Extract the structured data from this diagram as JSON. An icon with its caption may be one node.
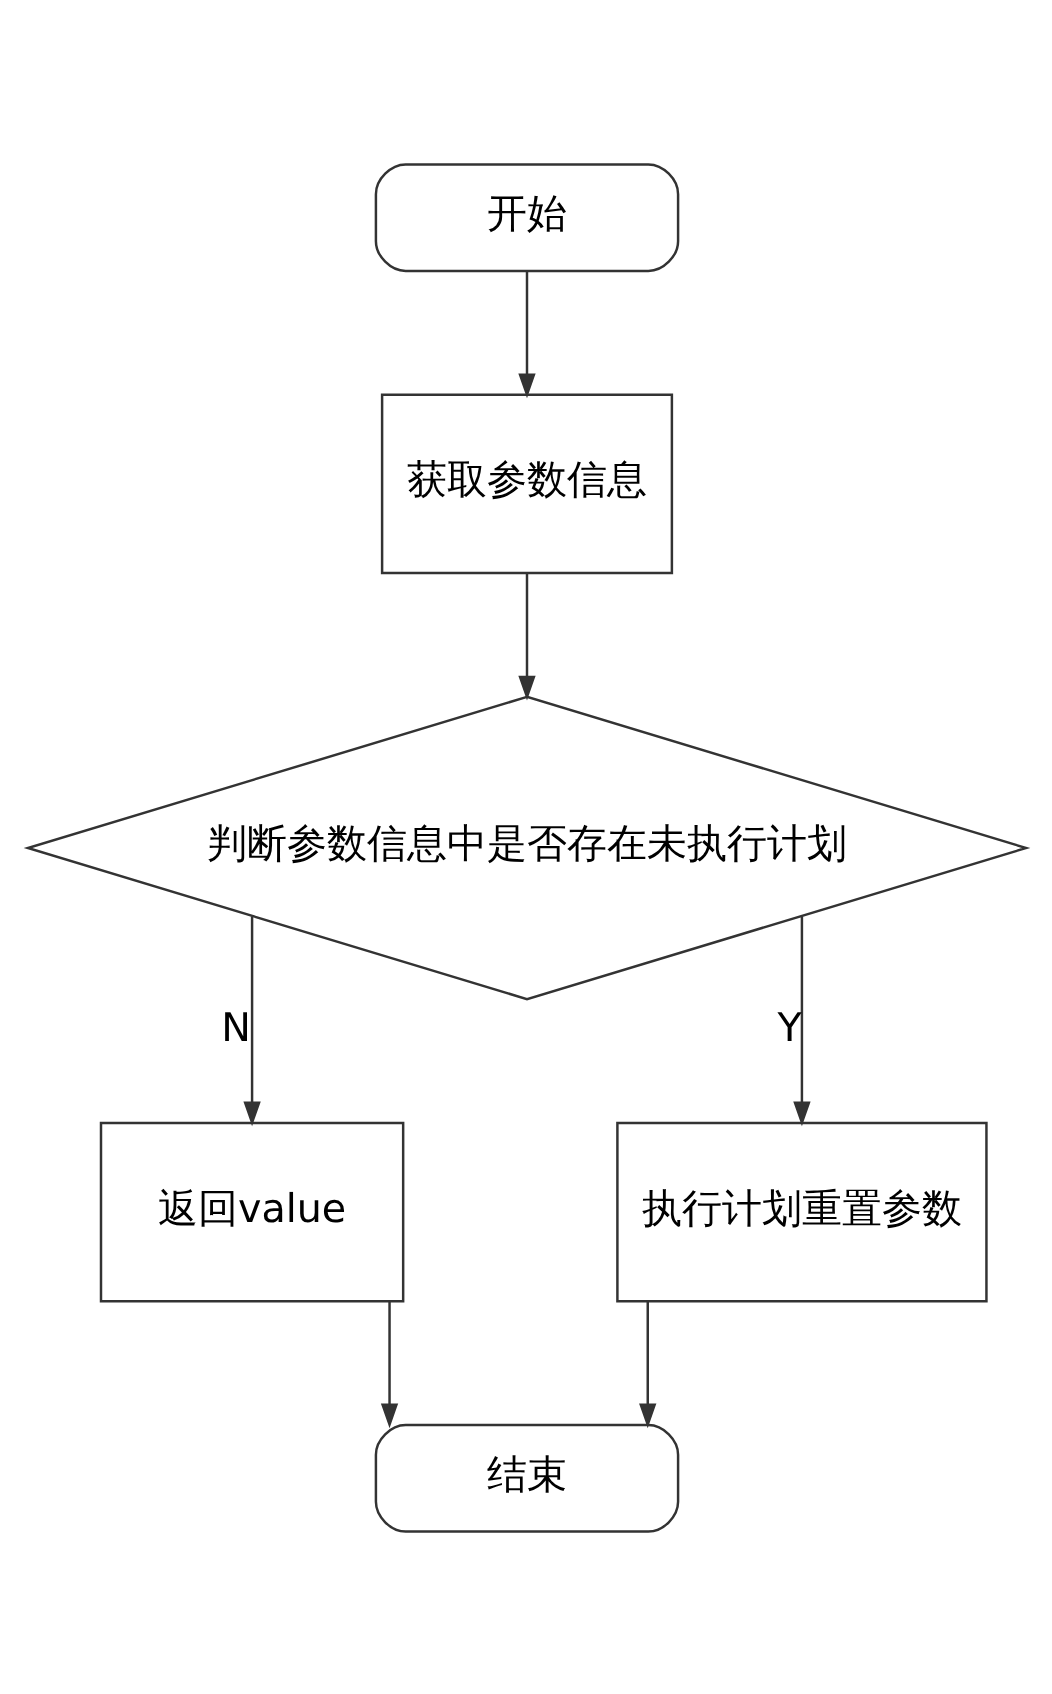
{
  "diagram": {
    "nodes": [
      {
        "text": [
          "开始"
        ]
      },
      {
        "text": [
          "获取参数信息"
        ]
      },
      {
        "text": [
          "判断参数信息中是否存在未执行计划"
        ]
      },
      {
        "text": [
          "返回value"
        ]
      },
      {
        "text": [
          "执行计划重置参数"
        ]
      },
      {
        "text": [
          "结束"
        ]
      }
    ],
    "edges": [
      {
        "from": 0,
        "to": 1,
        "arrow": "to"
      },
      {
        "from": 1,
        "to": 2,
        "arrow": "to"
      },
      {
        "from": 2,
        "to": 3,
        "arrow": "to",
        "label": "N"
      },
      {
        "from": 2,
        "to": 4,
        "arrow": "to",
        "label": "Y"
      },
      {
        "from": 3,
        "to": 5,
        "arrow": "to"
      },
      {
        "from": 4,
        "to": 5,
        "arrow": "to"
      }
    ]
  }
}
